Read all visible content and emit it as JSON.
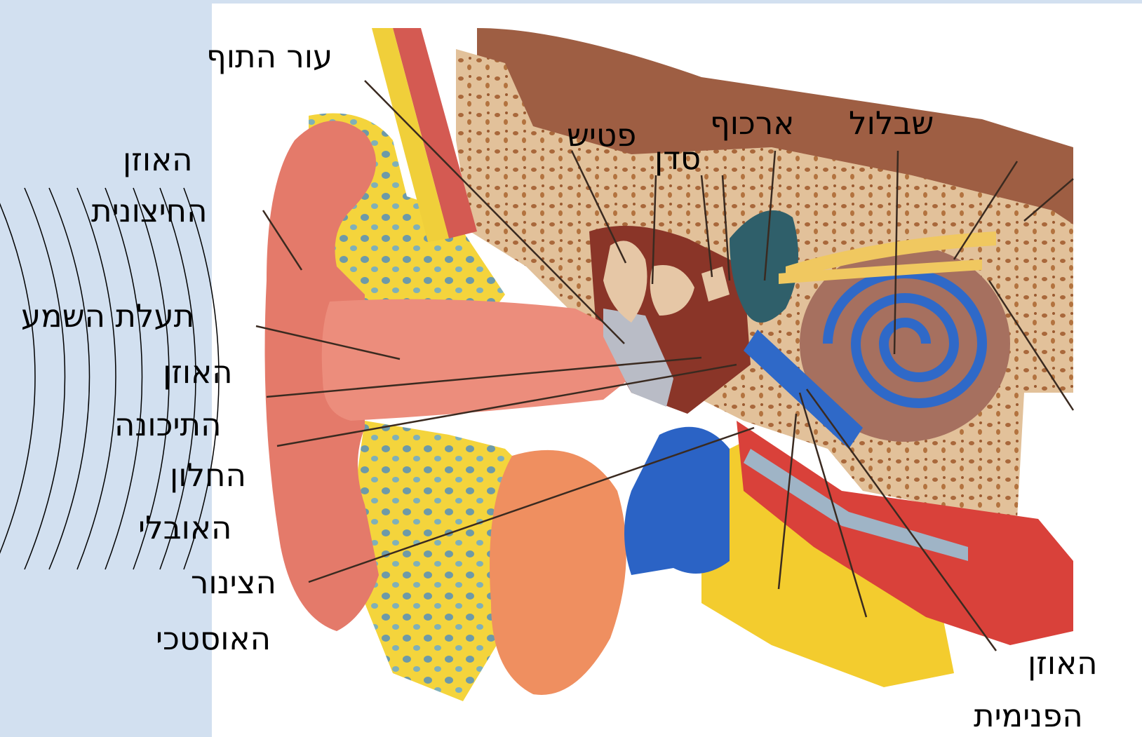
{
  "diagram": {
    "labels": {
      "eardrum": "עור התוף",
      "malleus": "פטיש",
      "incus": "סדן",
      "stapes": "ארכוף",
      "cochlea": "שבלול",
      "outer_ear_1": "האוזן",
      "outer_ear_2": "החיצונית",
      "ear_canal": "תעלת השמע",
      "middle_ear_1": "האוזן",
      "middle_ear_2": "התיכונה",
      "oval_window_1": "החלון",
      "oval_window_2": "האובלי",
      "eustachian_1": "הצינור",
      "eustachian_2": "האוסטכי",
      "inner_ear_1": "האוזן",
      "inner_ear_2": "הפנימית"
    },
    "colors": {
      "background": "#d2e0f0",
      "panel": "#ffffff",
      "bone": "#d9b48a",
      "pinna": "#e47a6a",
      "fat": "#f2d23a",
      "vessel": "#2f69c8",
      "nerve": "#f0c860",
      "pointer": "#3a2a20"
    }
  }
}
